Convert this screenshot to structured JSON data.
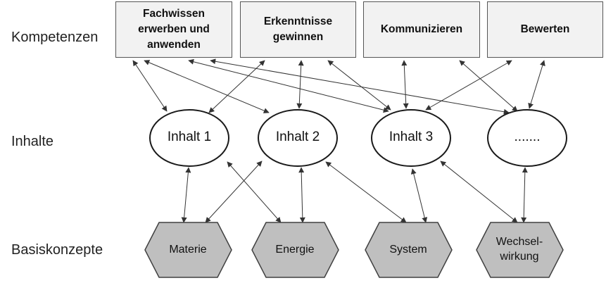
{
  "rows": {
    "kompetenzen": "Kompetenzen",
    "inhalte": "Inhalte",
    "basiskonzepte": "Basiskonzepte"
  },
  "competences": [
    {
      "lines": [
        "Fachwissen",
        "erwerben und",
        "anwenden"
      ]
    },
    {
      "lines": [
        "Erkenntnisse",
        "gewinnen"
      ]
    },
    {
      "lines": [
        "Kommunizieren"
      ]
    },
    {
      "lines": [
        "Bewerten"
      ]
    }
  ],
  "contents": [
    "Inhalt 1",
    "Inhalt 2",
    "Inhalt 3",
    "......."
  ],
  "concepts": [
    {
      "lines": [
        "Materie"
      ]
    },
    {
      "lines": [
        "Energie"
      ]
    },
    {
      "lines": [
        "System"
      ]
    },
    {
      "lines": [
        "Wechsel-",
        "wirkung"
      ]
    }
  ],
  "colors": {
    "box_fill": "#f2f2f2",
    "hexagon_fill": "#bfbfbf",
    "stroke": "#404040"
  }
}
